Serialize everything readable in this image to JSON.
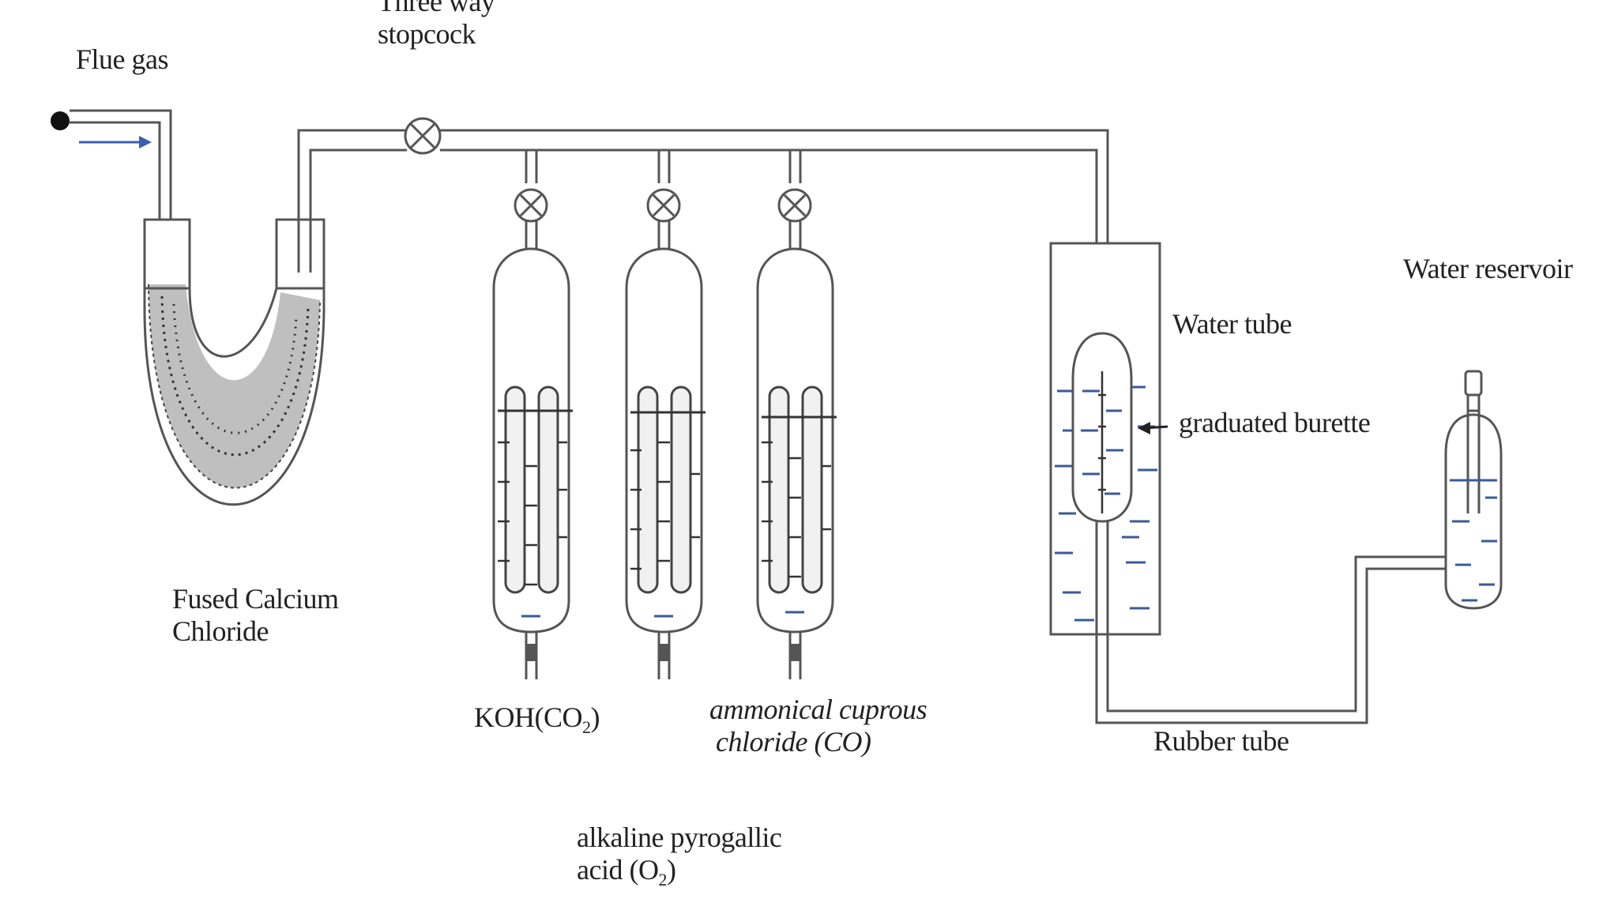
{
  "labels": {
    "flue_gas": "Flue gas",
    "stopcock_line1": "Three way",
    "stopcock_line2": "stopcock",
    "fused_line1": "Fused Calcium",
    "fused_line2": "Chloride",
    "koh": "KOH(CO",
    "koh_sub": "2",
    "koh_close": ")",
    "pyro_line1": "alkaline pyrogallic",
    "pyro_line2": "acid (O",
    "pyro_sub": "2",
    "pyro_close": ")",
    "cuprous_line1": "ammonical cuprous",
    "cuprous_line2": "chloride (CO)",
    "water_tube": "Water tube",
    "burette": "graduated burette",
    "rubber_tube": "Rubber tube",
    "reservoir": "Water reservoir"
  },
  "colors": {
    "arrow": "#3b5fb0",
    "water_dash": "#3a5a9a"
  }
}
